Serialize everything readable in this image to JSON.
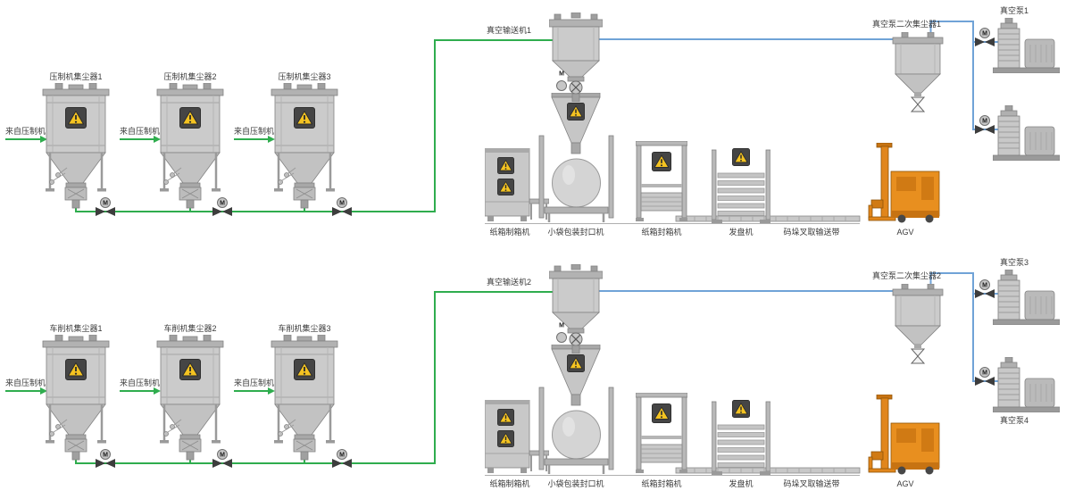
{
  "colors": {
    "pipe_green": "#2fad4e",
    "pipe_blue": "#70a3d7",
    "equipment_gray": "#c9c9c9",
    "outline_gray": "#828282",
    "warning_panel": "#454545",
    "warning_yellow": "#f4c321",
    "agv_orange": "#e88f1f",
    "label_text": "#3a3a3a"
  },
  "valve_label": "M",
  "lines": [
    {
      "name": "line-1",
      "collectors": [
        {
          "label": "压制机集尘器1",
          "input_label": "来自压制机"
        },
        {
          "label": "压制机集尘器2",
          "input_label": "来自压制机"
        },
        {
          "label": "压制机集尘器3",
          "input_label": "来自压制机"
        }
      ],
      "vacuum_conveyor": "真空输送机1",
      "secondary_collector": "真空泵二次集尘器1",
      "pump_labels": [
        "真空泵1"
      ],
      "equipment": [
        "纸箱制箱机",
        "小袋包装封口机",
        "纸箱封箱机",
        "发盘机",
        "码垛叉取输送带",
        "AGV"
      ]
    },
    {
      "name": "line-2",
      "collectors": [
        {
          "label": "车削机集尘器1",
          "input_label": "来自压制机"
        },
        {
          "label": "车削机集尘器2",
          "input_label": "来自压制机"
        },
        {
          "label": "车削机集尘器3",
          "input_label": "来自压制机"
        }
      ],
      "vacuum_conveyor": "真空输送机2",
      "secondary_collector": "真空泵二次集尘器2",
      "pump_labels": [
        "真空泵3",
        "真空泵4"
      ],
      "equipment": [
        "纸箱制箱机",
        "小袋包装封口机",
        "纸箱封箱机",
        "发盘机",
        "码垛叉取输送带",
        "AGV"
      ]
    }
  ]
}
